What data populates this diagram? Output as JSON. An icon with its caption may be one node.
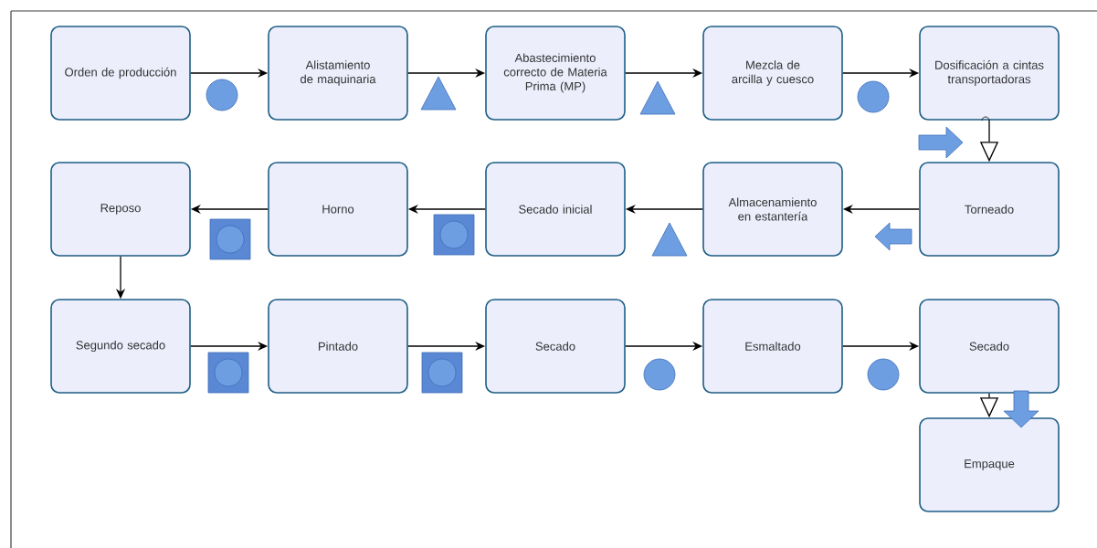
{
  "diagram": {
    "nodes": [
      {
        "text": [
          "Orden de producción"
        ]
      },
      {
        "text": [
          "Alistamiento de maquinaria"
        ]
      },
      {
        "text": [
          "Abastecimiento correcto de Materia Prima (MP)"
        ]
      },
      {
        "text": [
          "Mezcla de arcilla y cuesco"
        ]
      },
      {
        "text": [
          "Dosificación a cintas transportadoras"
        ]
      },
      {
        "text": [
          "Torneado"
        ]
      },
      {
        "text": [
          "Almacenamiento en estantería"
        ]
      },
      {
        "text": [
          "Secado inicial"
        ]
      },
      {
        "text": [
          "Horno"
        ]
      },
      {
        "text": [
          "Reposo"
        ]
      },
      {
        "text": [
          "Segundo secado"
        ]
      },
      {
        "text": [
          "Pintado"
        ]
      },
      {
        "text": [
          "Secado"
        ]
      },
      {
        "text": [
          "Esmaltado"
        ]
      },
      {
        "text": [
          "Secado"
        ]
      },
      {
        "text": [
          "Empaque"
        ]
      }
    ],
    "edges": [
      {
        "from": 0,
        "to": 1,
        "arrow": "to"
      },
      {
        "from": 1,
        "to": 2,
        "arrow": "to"
      },
      {
        "from": 2,
        "to": 3,
        "arrow": "to"
      },
      {
        "from": 3,
        "to": 4,
        "arrow": "to"
      },
      {
        "from": 4,
        "to": 5,
        "arrow": "to"
      },
      {
        "from": 5,
        "to": 6,
        "arrow": "to"
      },
      {
        "from": 6,
        "to": 7,
        "arrow": "to"
      },
      {
        "from": 7,
        "to": 8,
        "arrow": "to"
      },
      {
        "from": 8,
        "to": 9,
        "arrow": "to"
      },
      {
        "from": 9,
        "to": 10,
        "arrow": "to"
      },
      {
        "from": 10,
        "to": 11,
        "arrow": "to"
      },
      {
        "from": 11,
        "to": 12,
        "arrow": "to"
      },
      {
        "from": 12,
        "to": 13,
        "arrow": "to"
      },
      {
        "from": 13,
        "to": 14,
        "arrow": "to"
      },
      {
        "from": 14,
        "to": 15,
        "arrow": "to"
      }
    ]
  }
}
